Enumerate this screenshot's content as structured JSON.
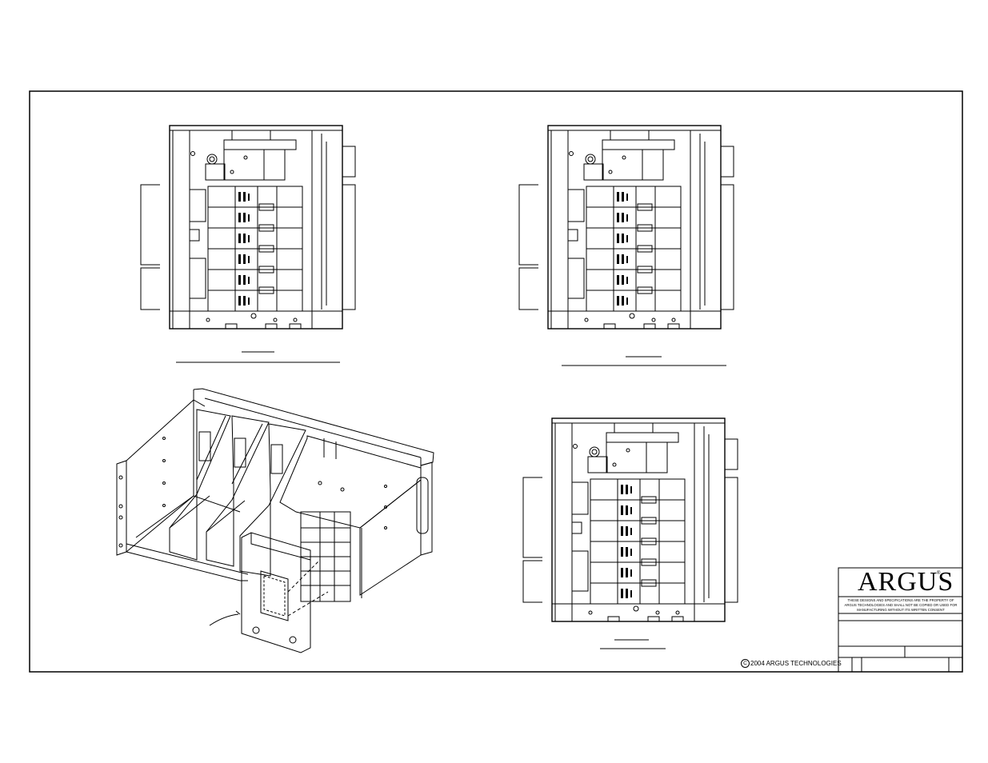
{
  "title_block": {
    "logo": "ARGUS",
    "registered": "®",
    "note": "THESE DESIGNS AND SPECIFICATIONS ARE THE PROPERTY OF ARGUS TECHNOLOGIES AND SHALL NOT BE COPIED OR USED FOR MANUFACTURING WITHOUT ITS WRITTEN CONSENT"
  },
  "copyright": {
    "symbol": "C",
    "text": "2004 ARGUS TECHNOLOGIES"
  }
}
